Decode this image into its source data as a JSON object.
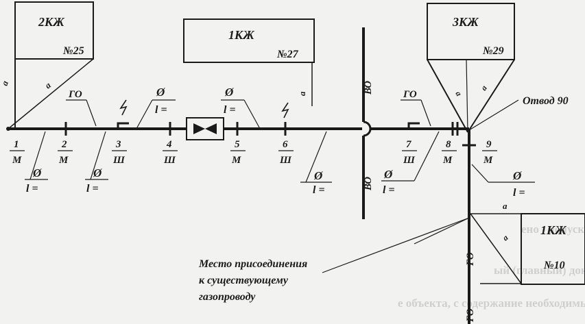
{
  "diagram": {
    "buildings": [
      {
        "id": "b1",
        "name": "2КЖ",
        "number": "№25",
        "side": "а"
      },
      {
        "id": "b2",
        "name": "1КЖ",
        "number": "№27",
        "side": "а"
      },
      {
        "id": "b3",
        "name": "3КЖ",
        "number": "№29",
        "side": "а"
      },
      {
        "id": "b4",
        "name": "1КЖ",
        "number": "№10",
        "side": "а"
      }
    ],
    "nodes": [
      {
        "num": "1",
        "type": "М"
      },
      {
        "num": "2",
        "type": "М"
      },
      {
        "num": "3",
        "type": "Ш"
      },
      {
        "num": "4",
        "type": "Ш"
      },
      {
        "num": "5",
        "type": "М"
      },
      {
        "num": "6",
        "type": "Ш"
      },
      {
        "num": "7",
        "type": "Ш"
      },
      {
        "num": "8",
        "type": "М"
      },
      {
        "num": "9",
        "type": "М"
      }
    ],
    "labels": {
      "go": "ГО",
      "vo": "ВО",
      "diameter": "Ø",
      "length": "l =",
      "elbow": "Отвод 90",
      "connection_1": "Место присоединения",
      "connection_2": "к существующему",
      "connection_3": "газопроводу"
    },
    "background_text": [
      "ено - допускается принимать (или размещать в",
      "ый (главный) документ, подписанный лицом, от",
      "е объекта, с содержание необходимые сведения (номер св"
    ]
  }
}
